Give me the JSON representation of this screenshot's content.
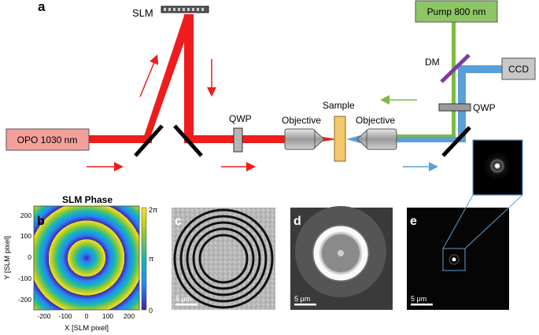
{
  "panel_labels": {
    "a": "a",
    "b": "b",
    "c": "c",
    "d": "d",
    "e": "e"
  },
  "setup": {
    "slm": "SLM",
    "pump": "Pump 800 nm",
    "dm": "DM",
    "ccd": "CCD",
    "qwp_top": "QWP",
    "qwp_left": "QWP",
    "sample": "Sample",
    "objective_left": "Objective",
    "objective_right": "Objective",
    "opo": "OPO 1030 nm"
  },
  "colors": {
    "red_beam": "#ee1c1c",
    "green_beam": "#7dbb42",
    "blue_beam": "#5aa0d8",
    "dm": "#7b3f9e",
    "opo_box": "#f4a09a",
    "pump_box": "#8cc665",
    "ccd_box": "#c8c8c8",
    "sample": "#f5c86b"
  },
  "slm_phase": {
    "title": "SLM Phase",
    "xlabel": "X [SLM pixel]",
    "ylabel": "Y [SLM pixel]",
    "x_ticks": [
      "-200",
      "-100",
      "0",
      "100",
      "200"
    ],
    "y_ticks": [
      "200",
      "100",
      "0",
      "-100",
      "-200"
    ],
    "colorbar_ticks": [
      "2π",
      "π",
      "0"
    ]
  },
  "scale_bars": {
    "c": "5 μm",
    "d": "5 μm",
    "e": "5 μm"
  }
}
